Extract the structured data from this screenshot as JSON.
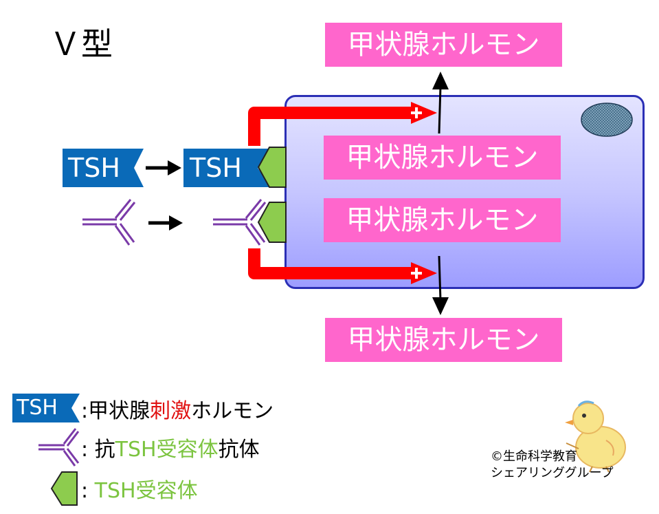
{
  "title": "Ｖ型",
  "hormone_label": "甲状腺ホルモン",
  "tsh_label": "TSH",
  "legend": {
    "tsh_label": "TSH",
    "tsh_desc_prefix": ":甲状腺",
    "tsh_desc_red": "刺激",
    "tsh_desc_suffix": "ホルモン",
    "antibody_prefix": ": 抗",
    "antibody_green": "TSH受容体",
    "antibody_suffix": "抗体",
    "receptor_prefix": ": ",
    "receptor_green": "TSH受容体"
  },
  "copyright": {
    "line1": "©生命科学教育",
    "line2": "シェアリンググループ"
  },
  "colors": {
    "hormone_box": "#ff66cc",
    "tsh_tag": "#0a6ab8",
    "receptor": "#8dcc4e",
    "antibody": "#7a3aa8",
    "stimulus_arrow": "#ff0000",
    "cell_border": "#2b2fb5"
  }
}
